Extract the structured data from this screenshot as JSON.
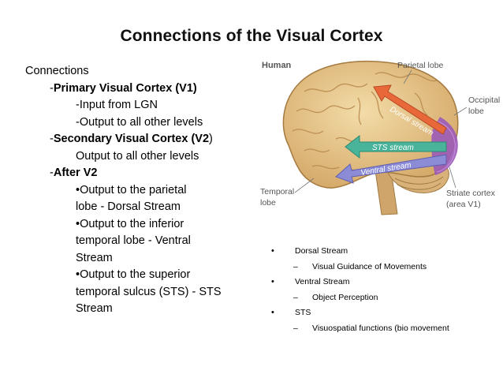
{
  "title": "Connections of the Visual Cortex",
  "left_text": {
    "heading": "Connections",
    "v1_prefix": "-",
    "v1_label": "Primary Visual Cortex (V1)",
    "v1_items": [
      "-Input from LGN",
      "-Output to all other levels"
    ],
    "v2_prefix": "-",
    "v2_label_bold1": "Secondary Visual Cortex (",
    "v2_label_bold2": "V2",
    "v2_label_end": ")",
    "v2_items": [
      "Output to all other levels"
    ],
    "after_prefix": "-",
    "after_label": "After V2",
    "after_lines": [
      "•Output to the parietal",
      "lobe - Dorsal Stream",
      "•Output to the inferior",
      "temporal lobe - Ventral",
      "Stream",
      "•Output to the superior",
      "temporal sulcus (STS) - STS",
      "Stream"
    ]
  },
  "figure": {
    "human": "Human",
    "parietal": "Parietal lobe",
    "occipital_1": "Occipital",
    "occipital_2": "lobe",
    "temporal_1": "Temporal",
    "temporal_2": "lobe",
    "striate_1": "Striate cortex",
    "striate_2": "(area V1)",
    "dorsal_arrow": "Dorsal stream",
    "sts_arrow": "STS stream",
    "ventral_arrow": "Ventral stream",
    "colors": {
      "brain": "#e8c98c",
      "brain_shadow": "#c9a062",
      "gyri": "#b98a4e",
      "dorsal": "#e8683a",
      "sts": "#49b49a",
      "ventral": "#8b8bd6",
      "striate": "#9b5bb8",
      "cerebellum": "#d9b27a"
    }
  },
  "bullets": [
    {
      "label": "Dorsal Stream",
      "sub": "Visual Guidance of Movements"
    },
    {
      "label": "Ventral Stream",
      "sub": "Object Perception"
    },
    {
      "label": "STS",
      "sub": "Visuospatial functions (bio movement"
    }
  ],
  "glyphs": {
    "dot": "•",
    "dash": "–"
  }
}
